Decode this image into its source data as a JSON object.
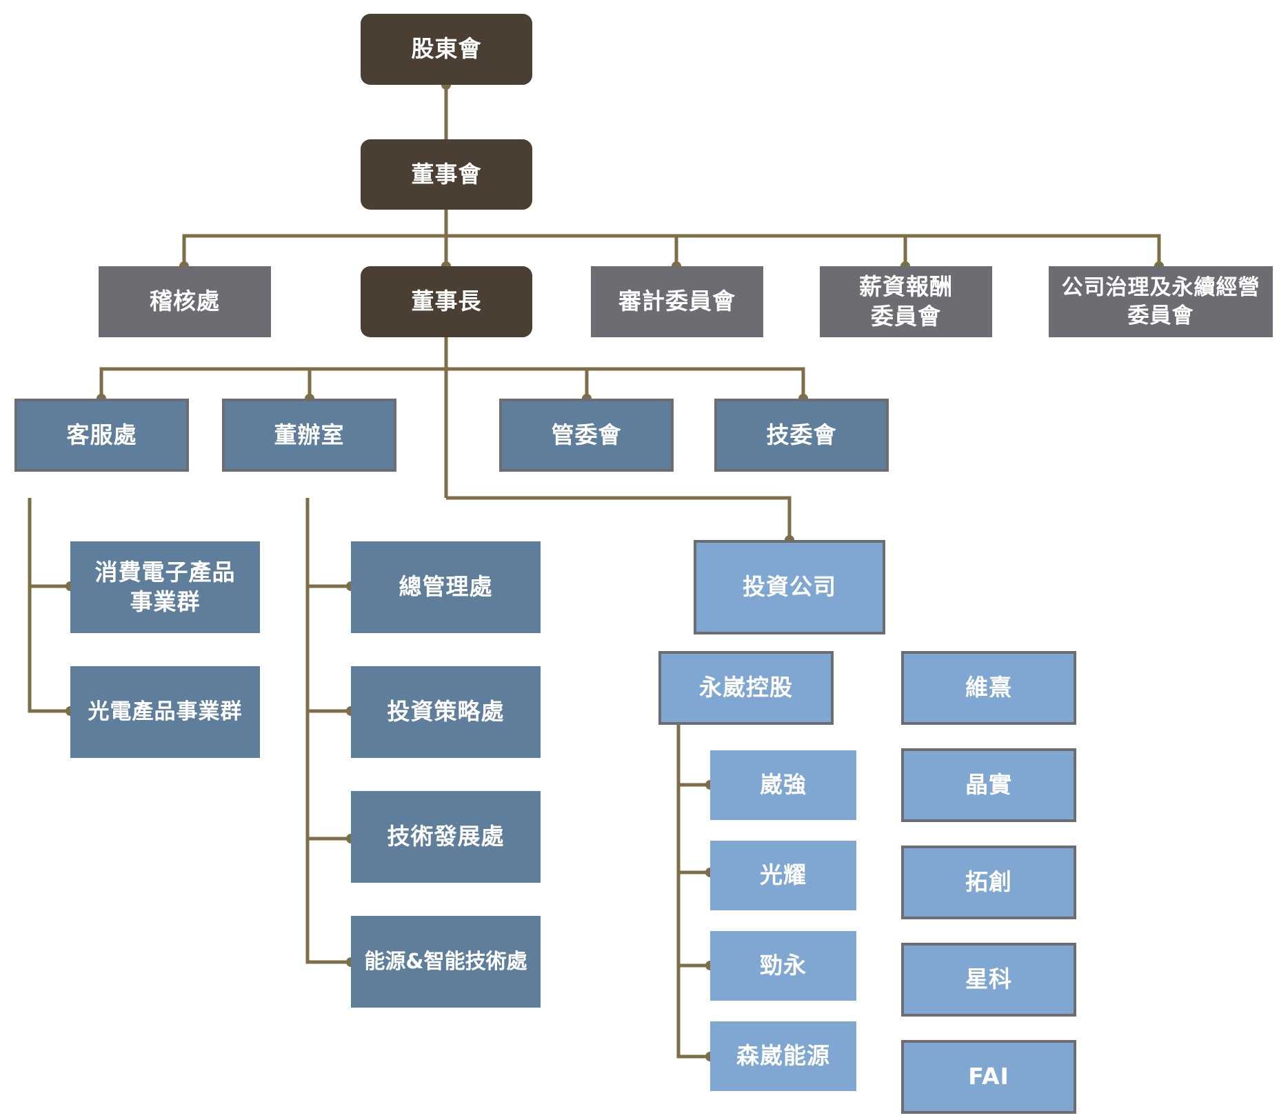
{
  "nodes": {
    "shareholders": "股東會",
    "board": "董事會",
    "audit_office": "稽核處",
    "chairman": "董事長",
    "audit_committee": "審計委員會",
    "compensation_committee": "薪資報酬\n委員會",
    "governance_committee": "公司治理及永續經營\n委員會",
    "customer_service": "客服處",
    "board_office": "董辦室",
    "management_committee": "管委會",
    "tech_committee": "技委會",
    "consumer_electronics": "消費電子產品\n事業群",
    "optoelectronics": "光電產品事業群",
    "general_management": "總管理處",
    "investment_strategy": "投資策略處",
    "tech_development": "技術發展處",
    "energy_smart_tech": "能源&智能技術處",
    "investment_company": "投資公司",
    "yongwei_holding": "永崴控股",
    "weiqiang": "崴強",
    "guangyao": "光耀",
    "jinyong": "勁永",
    "senwei_energy": "森崴能源",
    "weixi": "維熹",
    "jingshi": "晶實",
    "tuochuang": "拓創",
    "xingke": "星科",
    "fai": "FAI"
  },
  "colors": {
    "connector": "#7d6e48",
    "dark": "#4a3f32",
    "gray": "#6e6c73",
    "slate": "#5f7e9c",
    "light": "#7fa7d1",
    "text": "#ffffff"
  }
}
